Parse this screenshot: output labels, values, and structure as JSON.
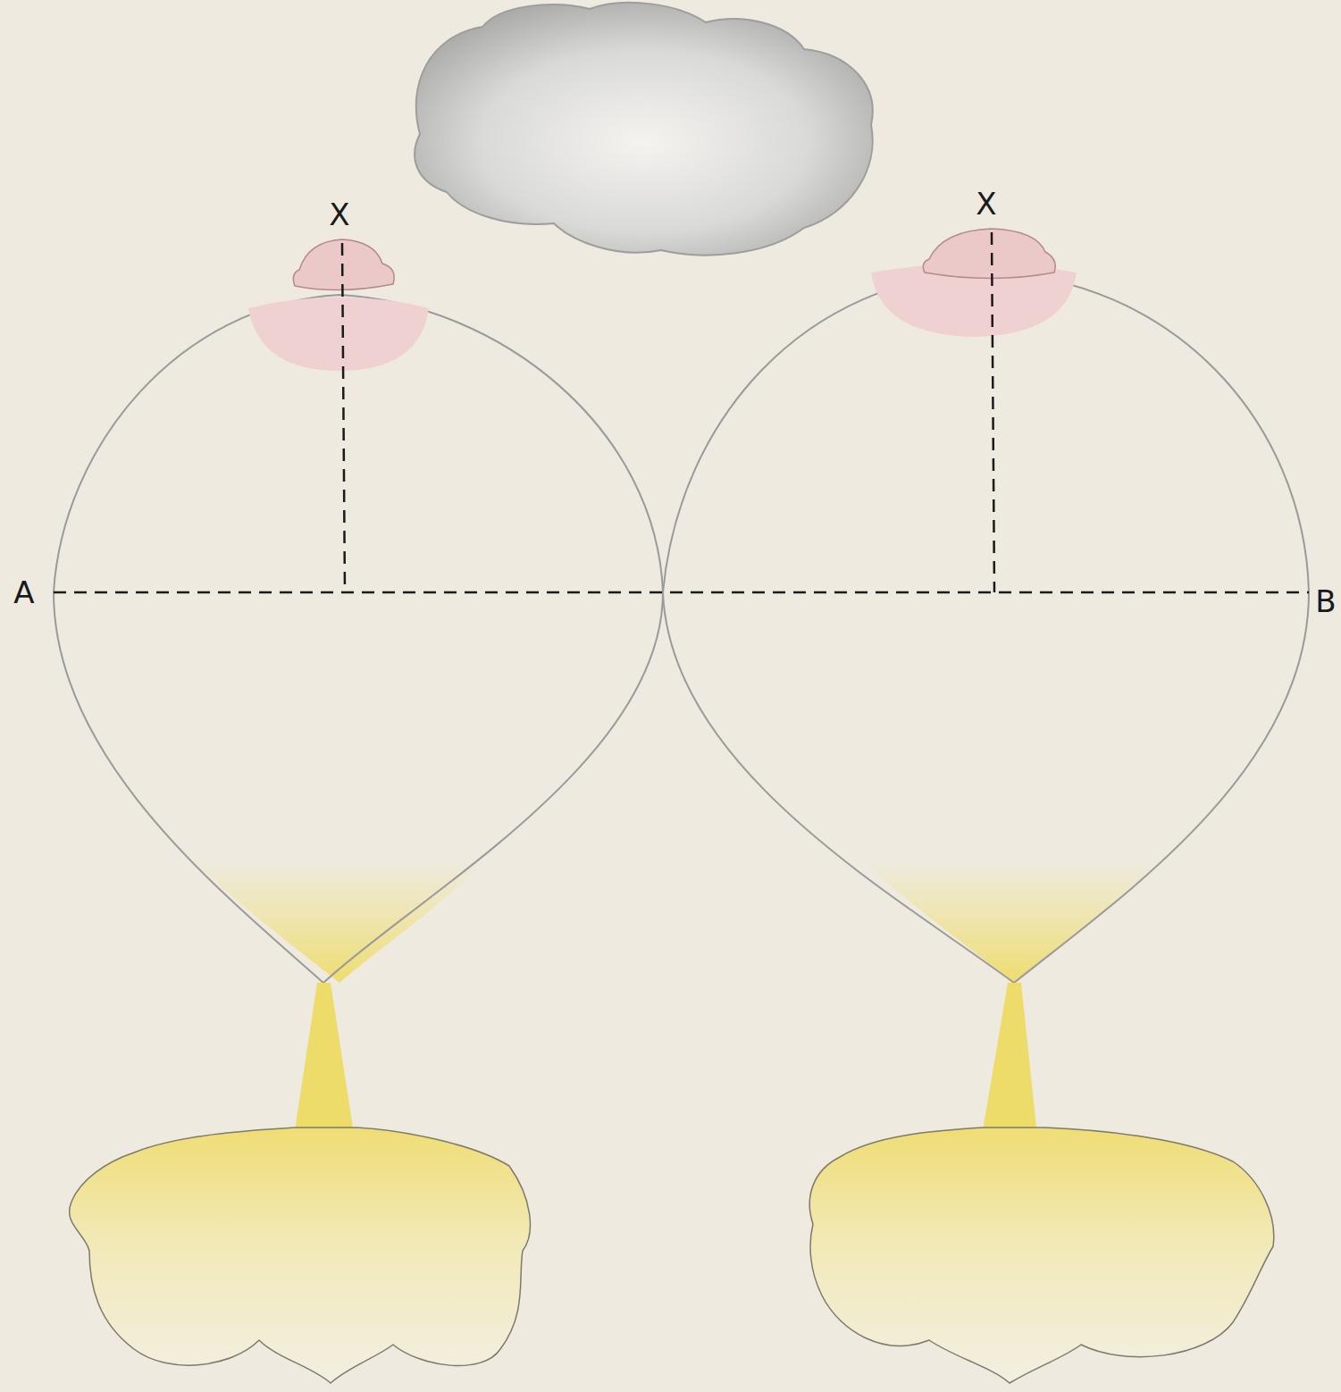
{
  "diagram": {
    "labels": [
      "X",
      "X",
      "A",
      "B"
    ]
  }
}
